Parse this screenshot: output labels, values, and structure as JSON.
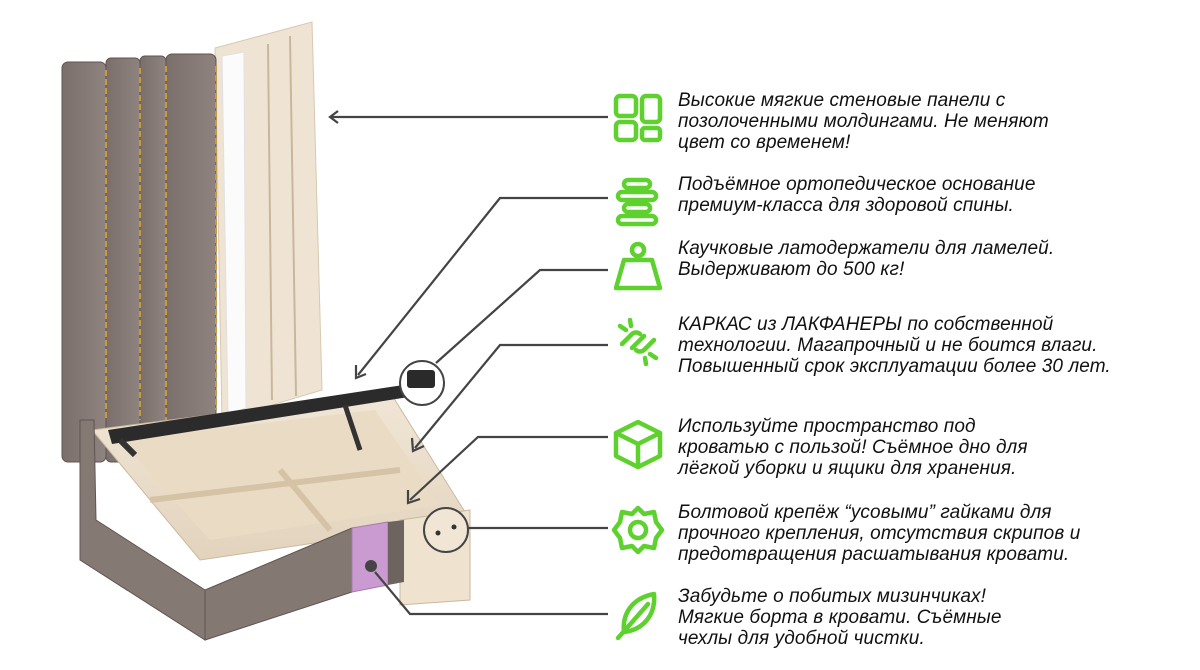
{
  "colors": {
    "accent": "#5ed12f",
    "callout_line": "#444444",
    "upholstery": "#847873",
    "plywood": "#ece0cf",
    "molding_gold": "#c89a3a",
    "fabric_pink": "#c99bd0"
  },
  "features": [
    {
      "icon": "panels-grid-icon",
      "text": "Высокие мягкие стеновые панели с\nпозолоченными молдингами. Не меняют\nцвет со временем!"
    },
    {
      "icon": "spring-stack-icon",
      "text": "Подъёмное ортопедическое основание\nпремиум-класса для здоровой спины."
    },
    {
      "icon": "weight-icon",
      "text": "Каучковые латодержатели для ламелей.\nВыдерживают до 500 кг!"
    },
    {
      "icon": "broken-link-icon",
      "text": "КАРКАС из ЛАКФАНЕРЫ по собственной\nтехнологии. Магапрочный и не боится влаги.\nПовышенный срок эксплуатации более 30 лет."
    },
    {
      "icon": "box-cube-icon",
      "text": "Используйте пространство под\nкроватью с пользой! Съёмное дно для\nлёгкой уборки и ящики для хранения."
    },
    {
      "icon": "gear-nut-icon",
      "text": "Болтовой крепёж “усовыми” гайками для\nпрочного крепления, отсутствия скрипов и\nпредотвращения расшатывания кровати."
    },
    {
      "icon": "feather-icon",
      "text": "Забудьте о побитых мизинчиках!\nМягкие борта в кровати. Съёмные\nчехлы для удобной чистки."
    }
  ]
}
